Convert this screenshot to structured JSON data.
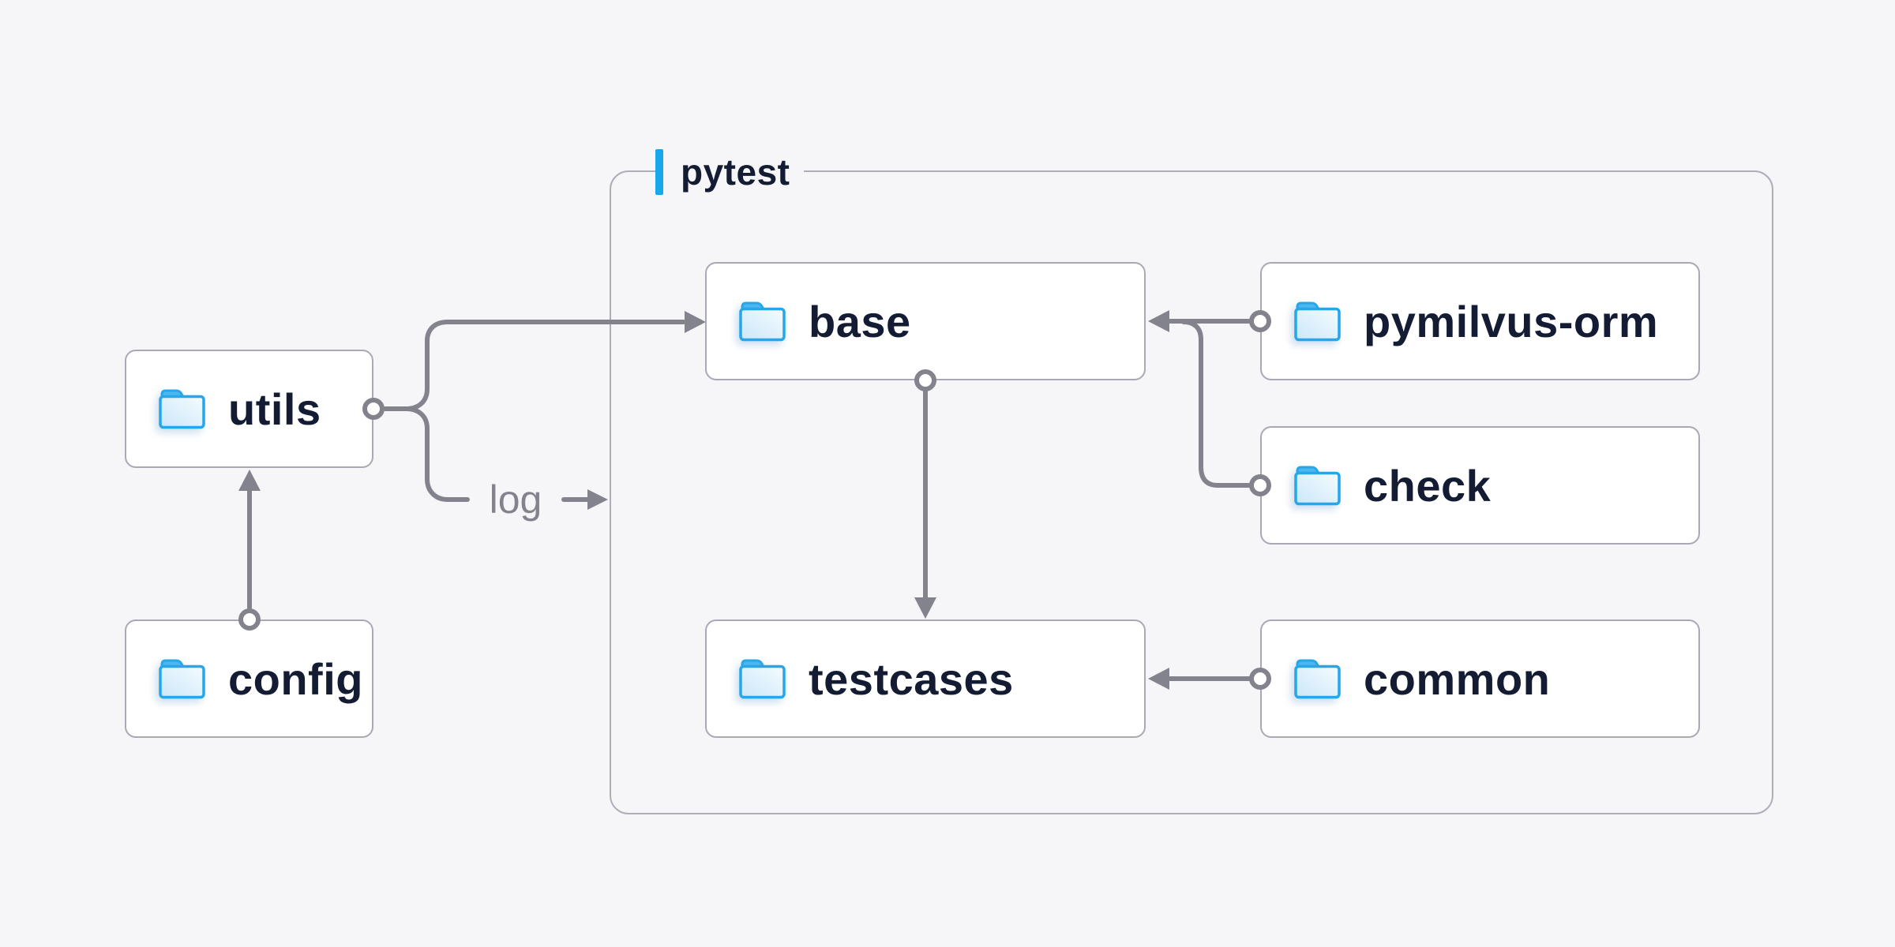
{
  "container": {
    "label": "pytest"
  },
  "nodes": [
    {
      "id": "utils",
      "label": "utils"
    },
    {
      "id": "config",
      "label": "config"
    },
    {
      "id": "base",
      "label": "base"
    },
    {
      "id": "testcases",
      "label": "testcases"
    },
    {
      "id": "pymilvus-orm",
      "label": "pymilvus-orm"
    },
    {
      "id": "check",
      "label": "check"
    },
    {
      "id": "common",
      "label": "common"
    }
  ],
  "edge_labels": {
    "log": "log"
  },
  "diagram": {
    "type": "folder-dependency-diagram",
    "edges": [
      {
        "from": "utils",
        "to": "base"
      },
      {
        "from": "utils",
        "to": "pytest-container",
        "label": "log"
      },
      {
        "from": "config",
        "to": "utils"
      },
      {
        "from": "base",
        "to": "testcases"
      },
      {
        "from": "pymilvus-orm",
        "to": "base"
      },
      {
        "from": "check",
        "to": "base"
      },
      {
        "from": "common",
        "to": "testcases"
      }
    ]
  },
  "icons": {
    "node_icon": "folder-icon"
  },
  "colors": {
    "background": "#f6f6f8",
    "node_border": "#a9a9b6",
    "container_border": "#aeaebb",
    "line": "#83838d",
    "text": "#131c33",
    "accent_blue": "#18a7eb",
    "folder_stroke": "#27a6ea",
    "folder_tab": "#4cb7ef"
  }
}
